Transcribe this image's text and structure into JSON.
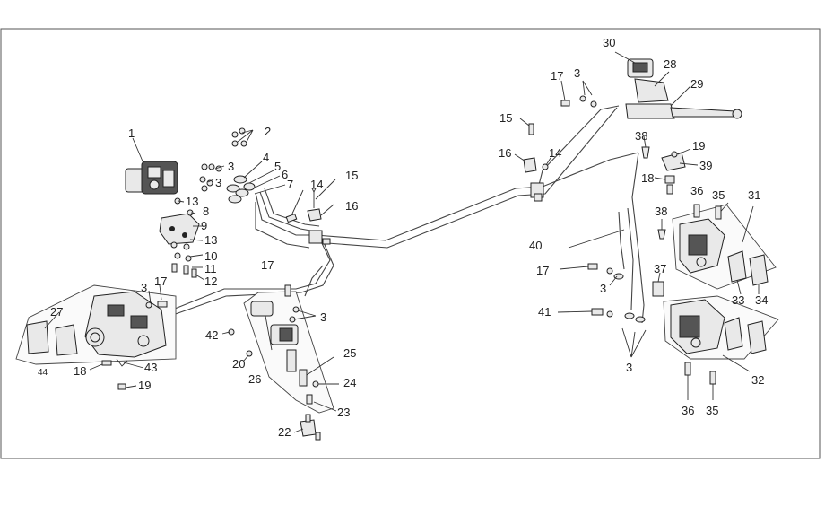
{
  "diagram": {
    "callouts": [
      {
        "id": "c1",
        "text": "1"
      },
      {
        "id": "c2",
        "text": "2"
      },
      {
        "id": "c3a",
        "text": "3"
      },
      {
        "id": "c3b",
        "text": "3"
      },
      {
        "id": "c4",
        "text": "4"
      },
      {
        "id": "c5",
        "text": "5"
      },
      {
        "id": "c6",
        "text": "6"
      },
      {
        "id": "c7",
        "text": "7"
      },
      {
        "id": "c8",
        "text": "8"
      },
      {
        "id": "c9",
        "text": "9"
      },
      {
        "id": "c10",
        "text": "10"
      },
      {
        "id": "c11",
        "text": "11"
      },
      {
        "id": "c12",
        "text": "12"
      },
      {
        "id": "c13a",
        "text": "13"
      },
      {
        "id": "c13b",
        "text": "13"
      },
      {
        "id": "c14a",
        "text": "14"
      },
      {
        "id": "c15a",
        "text": "15"
      },
      {
        "id": "c16a",
        "text": "16"
      },
      {
        "id": "c17a",
        "text": "17"
      },
      {
        "id": "c3c",
        "text": "3"
      },
      {
        "id": "c17b",
        "text": "17"
      },
      {
        "id": "c27",
        "text": "27"
      },
      {
        "id": "c44",
        "text": "44"
      },
      {
        "id": "c18a",
        "text": "18"
      },
      {
        "id": "c43",
        "text": "43"
      },
      {
        "id": "c19a",
        "text": "19"
      },
      {
        "id": "c3d",
        "text": "3"
      },
      {
        "id": "c42",
        "text": "42"
      },
      {
        "id": "c20",
        "text": "20"
      },
      {
        "id": "c26",
        "text": "26"
      },
      {
        "id": "c25",
        "text": "25"
      },
      {
        "id": "c24",
        "text": "24"
      },
      {
        "id": "c23",
        "text": "23"
      },
      {
        "id": "c22",
        "text": "22"
      },
      {
        "id": "c15b",
        "text": "15"
      },
      {
        "id": "c16b",
        "text": "16"
      },
      {
        "id": "c14b",
        "text": "14"
      },
      {
        "id": "c17c",
        "text": "17"
      },
      {
        "id": "c3e",
        "text": "3"
      },
      {
        "id": "c30",
        "text": "30"
      },
      {
        "id": "c28",
        "text": "28"
      },
      {
        "id": "c29",
        "text": "29"
      },
      {
        "id": "c38a",
        "text": "38"
      },
      {
        "id": "c19b",
        "text": "19"
      },
      {
        "id": "c39",
        "text": "39"
      },
      {
        "id": "c18b",
        "text": "18"
      },
      {
        "id": "c36a",
        "text": "36"
      },
      {
        "id": "c35a",
        "text": "35"
      },
      {
        "id": "c31",
        "text": "31"
      },
      {
        "id": "c38b",
        "text": "38"
      },
      {
        "id": "c40",
        "text": "40"
      },
      {
        "id": "c17d",
        "text": "17"
      },
      {
        "id": "c3f",
        "text": "3"
      },
      {
        "id": "c37",
        "text": "37"
      },
      {
        "id": "c33",
        "text": "33"
      },
      {
        "id": "c34",
        "text": "34"
      },
      {
        "id": "c41",
        "text": "41"
      },
      {
        "id": "c3g",
        "text": "3"
      },
      {
        "id": "c32",
        "text": "32"
      },
      {
        "id": "c36b",
        "text": "36"
      },
      {
        "id": "c35b",
        "text": "35"
      }
    ]
  }
}
